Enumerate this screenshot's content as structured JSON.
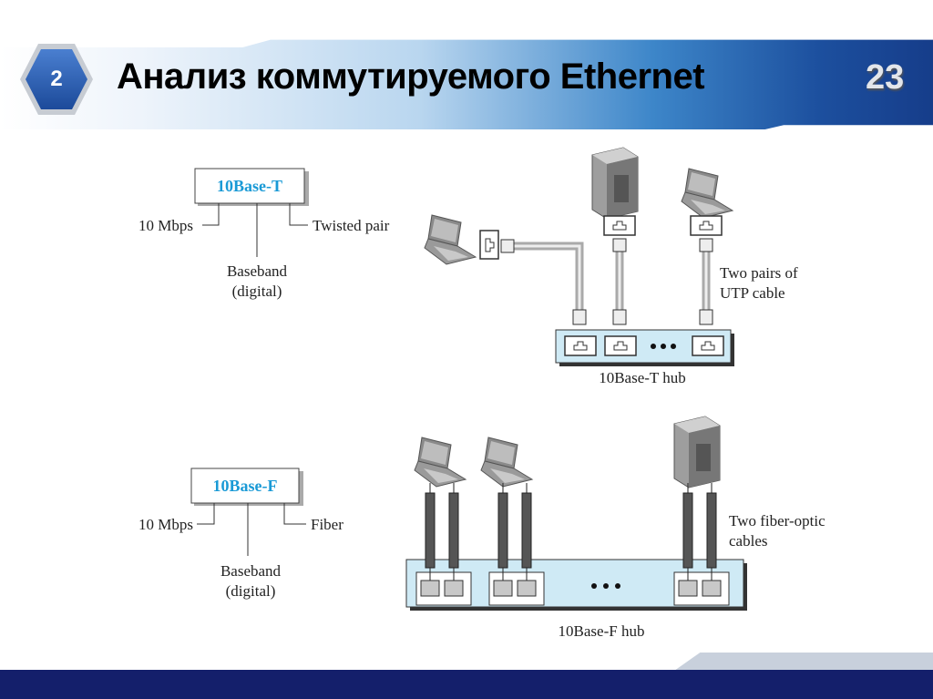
{
  "slide": {
    "section_number": "2",
    "title": "Анализ коммутируемого Ethernet",
    "page_number": "23"
  },
  "diagram_10baset": {
    "name": "10Base-T",
    "speed": "10 Mbps",
    "medium": "Twisted pair",
    "signal_line1": "Baseband",
    "signal_line2": "(digital)",
    "cable_label_line1": "Two pairs of",
    "cable_label_line2": "UTP cable",
    "hub_label": "10Base-T hub"
  },
  "diagram_10basef": {
    "name": "10Base-F",
    "speed": "10 Mbps",
    "medium": "Fiber",
    "signal_line1": "Baseband",
    "signal_line2": "(digital)",
    "cable_label_line1": "Two fiber-optic",
    "cable_label_line2": "cables",
    "hub_label": "10Base-F hub"
  },
  "colors": {
    "accent": "#1a9ad6",
    "hub_fill": "#cfeaf5",
    "footer": "#141f6b"
  }
}
